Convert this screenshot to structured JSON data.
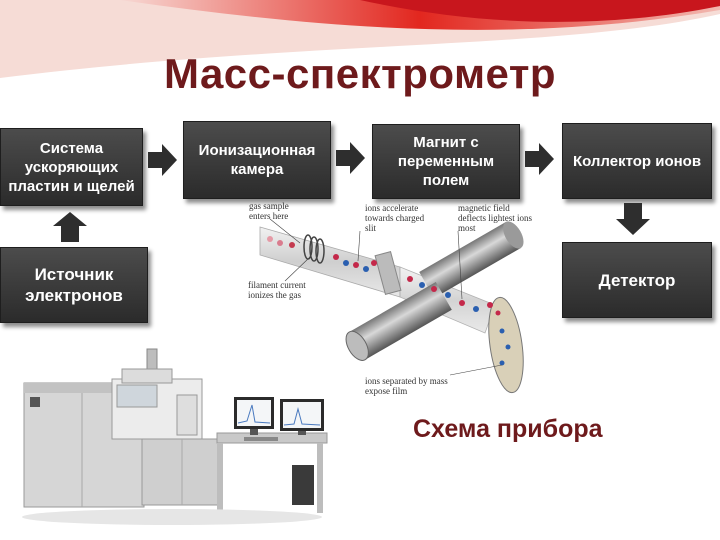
{
  "title": "Масс-спектрометр",
  "subtitle": "Схема прибора",
  "boxes": {
    "accelerator": "Система ускоряющих пластин и щелей",
    "ionization": "Ионизационная камера",
    "magnet": "Магнит с переменным полем",
    "collector": "Коллектор ионов",
    "electron_source": "Источник электронов",
    "detector": "Детектор"
  },
  "illustration": {
    "gas_sample": [
      "gas sample",
      "enters here"
    ],
    "ions_accelerate": [
      "ions accelerate",
      "towards charged",
      "slit"
    ],
    "magnetic_field": [
      "magnetic field",
      "deflects lightest ions",
      "most"
    ],
    "filament": [
      "filament current",
      "ionizes the gas"
    ],
    "ions_separated": [
      "ions separated by mass",
      "expose film"
    ]
  },
  "colors": {
    "title": "#6e1a1c",
    "box": "#3a3a3a",
    "accent": "#c8161d"
  },
  "icons": [
    "arrow-right-icon",
    "arrow-up-icon",
    "arrow-down-icon"
  ]
}
